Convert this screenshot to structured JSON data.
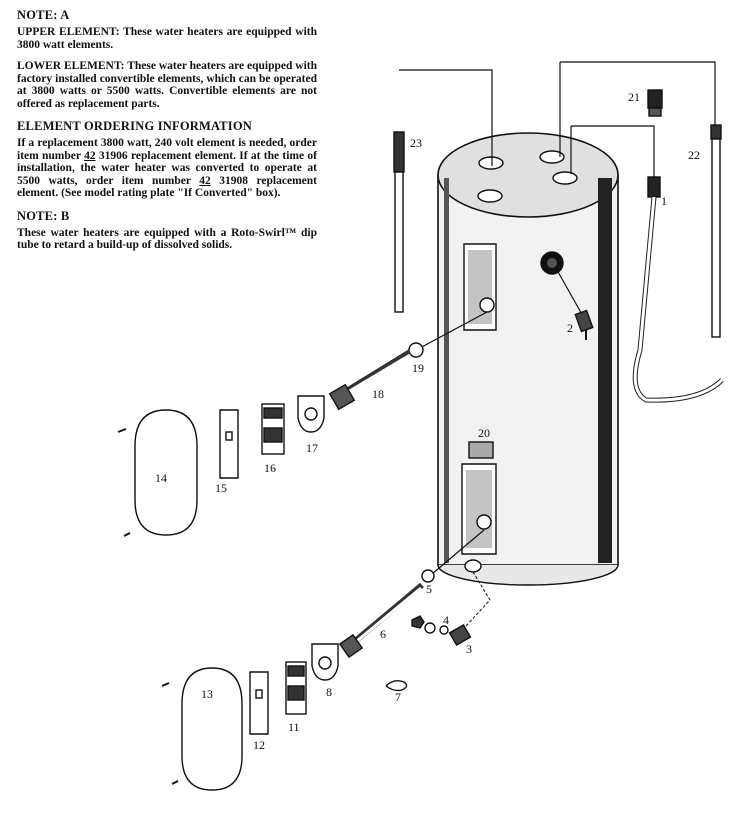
{
  "notes": {
    "note_a_heading": "NOTE: A",
    "upper_label": "UPPER ELEMENT:",
    "upper_text": "These water heaters are equipped with 3800 watt elements.",
    "lower_label": "LOWER ELEMENT:",
    "lower_text": "These water heaters are equipped with factory installed convertible elements, which can be operated at 3800 watts or 5500 watts. Convertible elements are not offered as replacement parts.",
    "ordering_heading": "ELEMENT ORDERING INFORMATION",
    "ordering_text_1": "If a replacement 3800 watt, 240 volt element is needed, order item number ",
    "ordering_item_1_prefix": "42",
    "ordering_text_2": " 31906 replacement element. If at the time of installation, the water heater was converted to operate at 5500 watts, order item number ",
    "ordering_item_2_prefix": "42",
    "ordering_text_3": " 31908 replacement element. (See model rating plate \"If Converted\" box).",
    "note_b_heading": "NOTE: B",
    "note_b_text": "These water heaters are equipped with a Roto-Swirl™ dip tube to retard a build-up of dissolved solids."
  },
  "part_numbers": {
    "p1": "1",
    "p2": "2",
    "p3": "3",
    "p4": "4",
    "p5": "5",
    "p6": "6",
    "p7": "7",
    "p8": "8",
    "p11": "11",
    "p12": "12",
    "p13": "13",
    "p14": "14",
    "p15": "15",
    "p16": "16",
    "p17": "17",
    "p18": "18",
    "p19": "19",
    "p20": "20",
    "p21": "21",
    "p22": "22",
    "p23": "23"
  }
}
